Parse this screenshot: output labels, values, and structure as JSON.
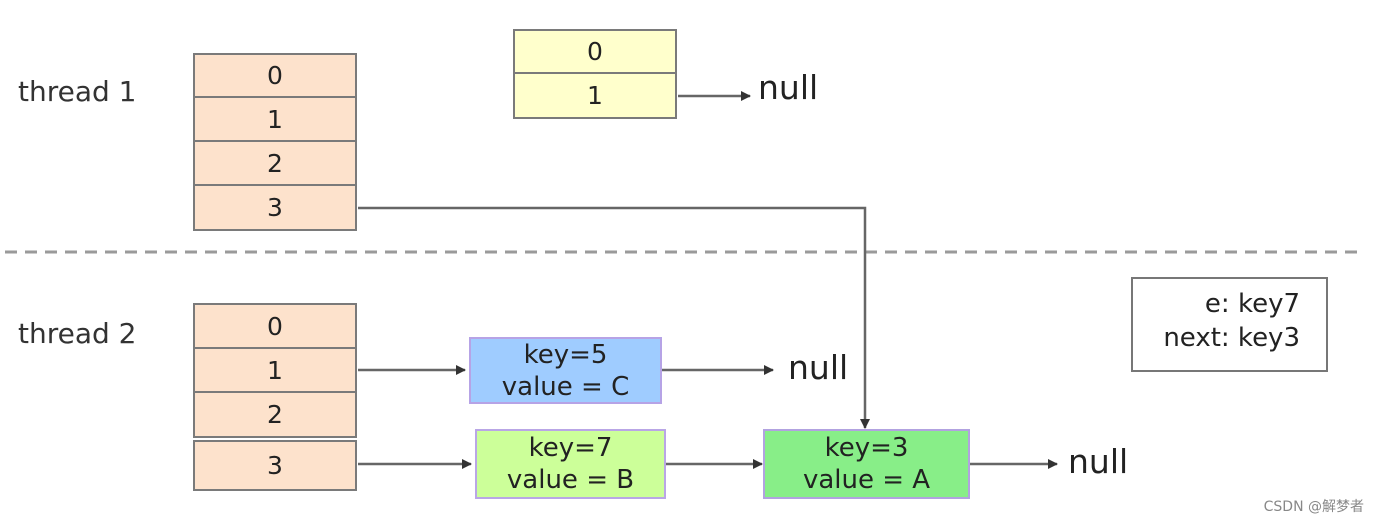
{
  "thread1": {
    "label": "thread 1",
    "table": [
      "0",
      "1",
      "2",
      "3"
    ],
    "new_table": [
      "0",
      "1"
    ],
    "null_label": "null"
  },
  "thread2": {
    "label": "thread 2",
    "table": [
      "0",
      "1",
      "2",
      "3"
    ],
    "nodes": {
      "key5": {
        "key": "key=5",
        "value": "value = C",
        "color": "#9fccff"
      },
      "key7": {
        "key": "key=7",
        "value": "value = B",
        "color": "#ccff99"
      },
      "key3": {
        "key": "key=3",
        "value": "value = A",
        "color": "#88ee88"
      }
    },
    "null_after_key5": "null",
    "null_after_key3": "null"
  },
  "info": {
    "e_line": "e:  key7",
    "next_line": "next:  key3"
  },
  "watermark": "CSDN @解梦者",
  "colors": {
    "bucket": "#fde2cc",
    "new_bucket": "#ffffcc",
    "arrow": "#555555",
    "divider": "#9a9a9a"
  }
}
